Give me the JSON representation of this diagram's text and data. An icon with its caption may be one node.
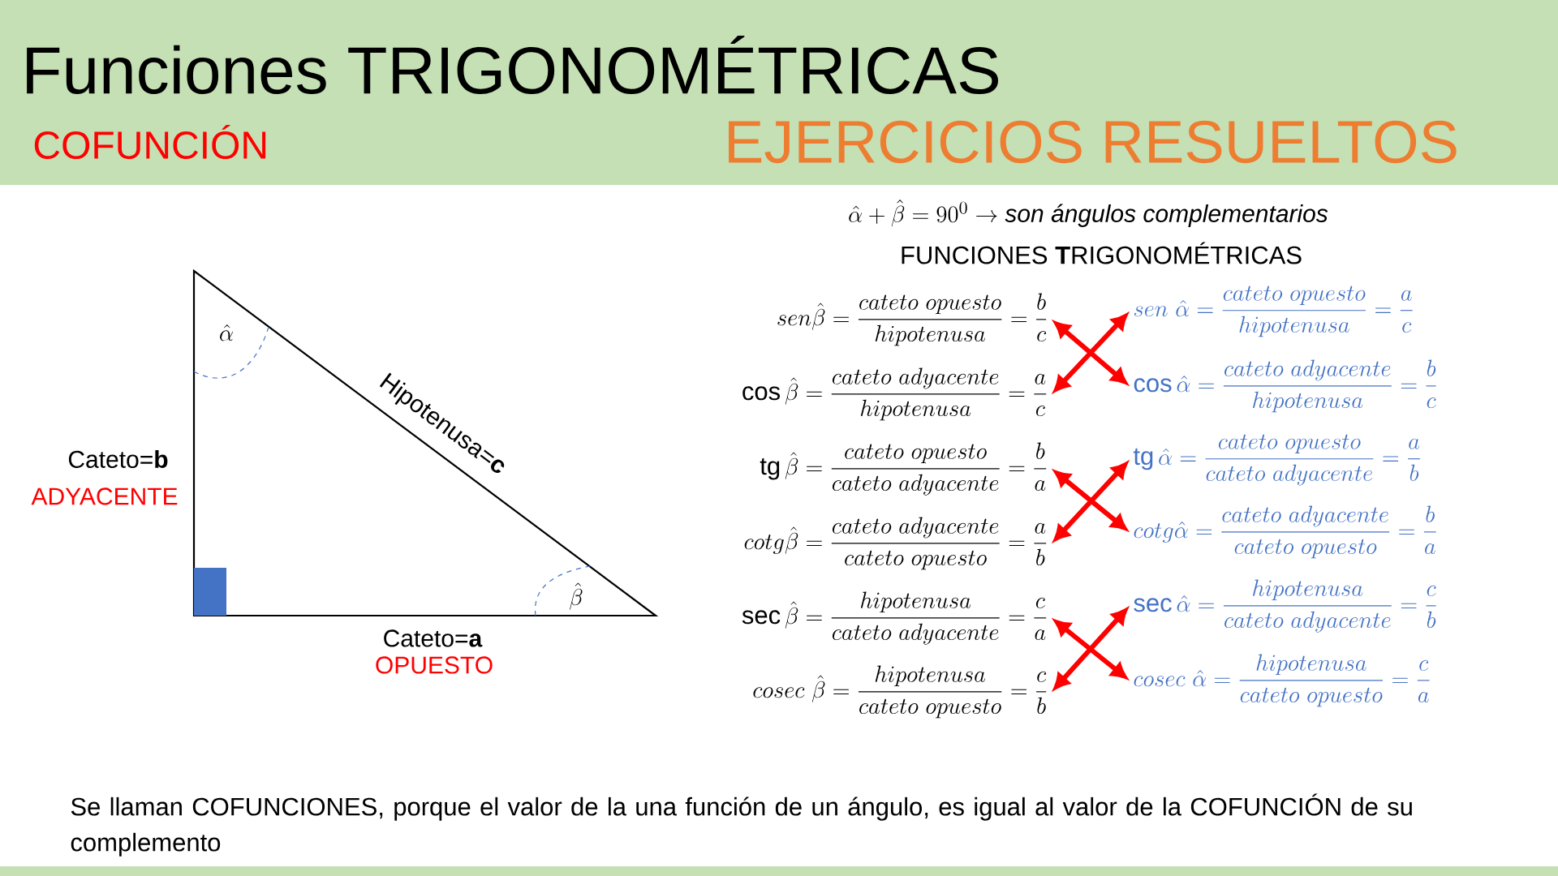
{
  "diagram": {
    "title": "Funciones TRIGONOMÉTRICAS",
    "caption": "Se llaman COFUNCIONES, porque el valor de la una función de un ángulo, es igual al valor de la COFUNCIÓN de su complemento",
    "nodes": [
      {
        "text": [
          "sen\\hat{\\beta} = \\frac{cateto\\ opuesto}{hipotenusa} = \\frac{b}{c}"
        ]
      },
      {
        "text": [
          "\\cos\\hat{\\beta} = \\frac{cateto\\ adyacente}{hipotenusa} = \\frac{a}{c}"
        ]
      },
      {
        "text": [
          "\\mathrm{tg}\\,\\hat{\\beta} = \\frac{cateto\\ opuesto}{cateto\\ adyacente} = \\frac{b}{a}"
        ]
      },
      {
        "text": [
          "cotg\\hat{\\beta} = \\frac{cateto\\ adyacente}{cateto\\ opuesto} = \\frac{a}{b}"
        ]
      },
      {
        "text": [
          "\\sec\\hat{\\beta} = \\frac{hipotenusa}{cateto\\ adyacente} = \\frac{c}{a}"
        ]
      },
      {
        "text": [
          "cosec\\ \\hat{\\beta} = \\frac{hipotenusa}{cateto\\ opuesto} = \\frac{c}{b}"
        ]
      },
      {
        "text": [
          "sen\\ \\hat{\\alpha} = \\frac{cateto\\ opuesto}{hipotenusa} = \\frac{a}{c}"
        ]
      },
      {
        "text": [
          "\\cos\\hat{\\alpha} = \\frac{cateto\\ adyacente}{hipotenusa} = \\frac{b}{c}"
        ]
      },
      {
        "text": [
          "\\mathrm{tg}\\,\\hat{\\alpha} = \\frac{cateto\\ opuesto}{cateto\\ adyacente} = \\frac{a}{b}"
        ]
      },
      {
        "text": [
          "cotg\\hat{\\alpha} = \\frac{cateto\\ adyacente}{cateto\\ opuesto} = \\frac{b}{a}"
        ]
      },
      {
        "text": [
          "\\sec\\hat{\\alpha} = \\frac{hipotenusa}{cateto\\ adyacente} = \\frac{c}{b}"
        ]
      },
      {
        "text": [
          "cosec\\ \\hat{\\alpha} = \\frac{hipotenusa}{cateto\\ opuesto} = \\frac{c}{a}"
        ]
      }
    ],
    "edges": [
      {
        "from": 0,
        "to": 7,
        "arrow": "both"
      },
      {
        "from": 1,
        "to": 6,
        "arrow": "both"
      },
      {
        "from": 2,
        "to": 9,
        "arrow": "both"
      },
      {
        "from": 3,
        "to": 8,
        "arrow": "both"
      },
      {
        "from": 4,
        "to": 11,
        "arrow": "both"
      },
      {
        "from": 5,
        "to": 10,
        "arrow": "both"
      }
    ],
    "labels": [
      "COFUNCIÓN",
      "EJERCICIOS RESUELTOS",
      "\\hat{\\alpha}+\\hat{\\beta}=90^0\\rightarrow \\textit{son ángulos complementarios}",
      "FUNCIONES **T**RIGONOMÉTRICAS",
      "\\hat{\\alpha}",
      "Cateto=**b**",
      "ADYACENTE",
      "Hipotenusa=**c**",
      "\\hat{\\beta}",
      "Cateto=**a**",
      "OPUESTO"
    ]
  }
}
